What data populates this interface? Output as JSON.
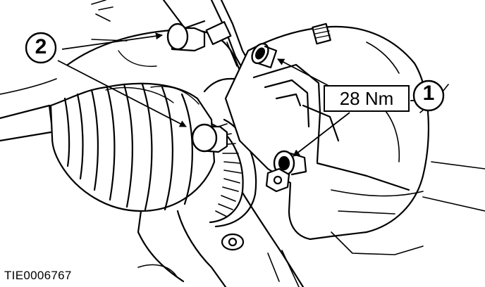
{
  "figure": {
    "id_code": "TIE0006767",
    "colors": {
      "ink": "#000000",
      "paper": "#ffffff"
    }
  },
  "callouts": [
    {
      "number": "1",
      "text": "28 Nm"
    },
    {
      "number": "2"
    }
  ]
}
